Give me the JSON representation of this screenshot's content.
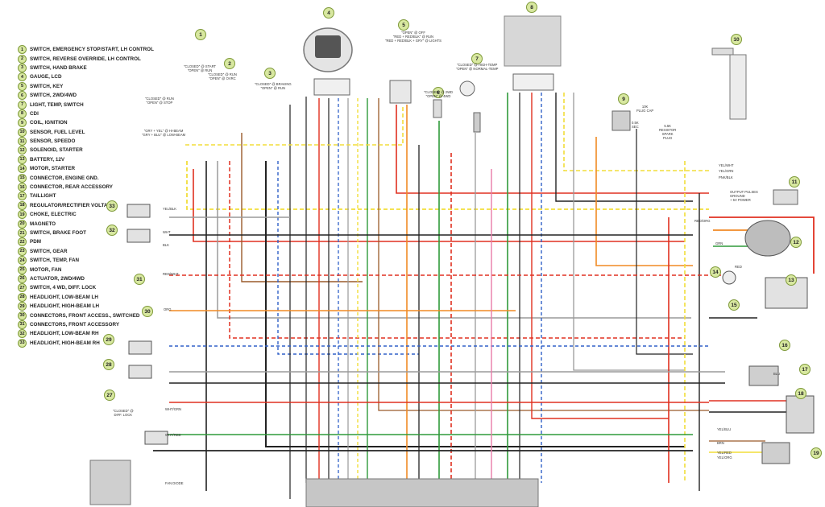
{
  "legend": [
    {
      "num": "1",
      "label": "SWITCH, EMERGENCY STOP/START, LH CONTROL"
    },
    {
      "num": "2",
      "label": "SWITCH, REVERSE OVERRIDE, LH CONTROL"
    },
    {
      "num": "3",
      "label": "SWITCH, HAND BRAKE"
    },
    {
      "num": "4",
      "label": "GAUGE, LCD"
    },
    {
      "num": "5",
      "label": "SWITCH, KEY"
    },
    {
      "num": "6",
      "label": "SWITCH, 2WD/4WD"
    },
    {
      "num": "7",
      "label": "LIGHT, TEMP, SWITCH"
    },
    {
      "num": "8",
      "label": "CDI"
    },
    {
      "num": "9",
      "label": "COIL, IGNITION"
    },
    {
      "num": "10",
      "label": "SENSOR, FUEL LEVEL"
    },
    {
      "num": "11",
      "label": "SENSOR, SPEEDO"
    },
    {
      "num": "12",
      "label": "SOLENOID, STARTER"
    },
    {
      "num": "13",
      "label": "BATTERY, 12V"
    },
    {
      "num": "14",
      "label": "MOTOR, STARTER"
    },
    {
      "num": "15",
      "label": "CONNECTOR, ENGINE GND."
    },
    {
      "num": "16",
      "label": "CONNECTOR, REAR ACCESSORY"
    },
    {
      "num": "17",
      "label": "TAILLIGHT"
    },
    {
      "num": "18",
      "label": "REGULATOR/RECTIFIER VOLTAGE"
    },
    {
      "num": "19",
      "label": "CHOKE, ELECTRIC"
    },
    {
      "num": "20",
      "label": "MAGNETO"
    },
    {
      "num": "21",
      "label": "SWITCH, BRAKE FOOT"
    },
    {
      "num": "22",
      "label": "PDM"
    },
    {
      "num": "23",
      "label": "SWITCH, GEAR"
    },
    {
      "num": "24",
      "label": "SWITCH, TEMP, FAN"
    },
    {
      "num": "25",
      "label": "MOTOR, FAN"
    },
    {
      "num": "26",
      "label": "ACTUATOR, 2WD/4WD"
    },
    {
      "num": "27",
      "label": "SWITCH, 4 WD, DIFF. LOCK"
    },
    {
      "num": "28",
      "label": "HEADLIGHT, LOW-BEAM LH"
    },
    {
      "num": "29",
      "label": "HEADLIGHT, HIGH-BEAM LH"
    },
    {
      "num": "30",
      "label": "CONNECTORS, FRONT ACCESS., SWITCHED"
    },
    {
      "num": "31",
      "label": "CONNECTORS, FRONT ACCESSORY"
    },
    {
      "num": "32",
      "label": "HEADLIGHT, LOW-BEAM RH"
    },
    {
      "num": "33",
      "label": "HEADLIGHT, HIGH-BEAM RH"
    }
  ],
  "notes": {
    "n1": "\"CLOSED\" @ START\n\"OPEN\" @ RUN",
    "n1b": "\"CLOSED\" @ RUN\n\"OPEN\" @ STOP",
    "n1c": "\"GRY + YEL\" @ HI-BEAM\n\"GRY + BLU\" @ LOW-BEAM",
    "n2": "\"CLOSED\" @ RUN\n\"OPEN\" @ OVRC",
    "n3": "\"CLOSED\" @ BRAKING\n\"OPEN\" @ RUN",
    "n5": "\"OPEN\" @ OFF\n\"RED + RED/BLK\" @ RUN\n\"RED + RED/BLK + GRY\" @ LIGHTS",
    "n6": "\"CLOSED\" @ 2WD\n\"OPEN\" @ 4WD",
    "n7": "\"CLOSED\" @ HIGH-TEMP\n\"OPEN\" @ NORMAL-TEMP",
    "n27": "\"CLOSED\" @\nDIFF. LOCK",
    "n11": "OUTPUT PULSES\nGROUND\n+ 5V POWER",
    "n9": "10K\nPLUG CAP",
    "n9b": "5.5K\nRESISTOR\nSPARK\nPLUG",
    "n9c": "0.5K\nSEC",
    "fan_diode": "FAN DIODE"
  },
  "wire_labels": {
    "yel_blk": "YEL/BLK",
    "wht": "WHT",
    "blk": "BLK",
    "red_wht": "RED/WHT",
    "org": "ORG",
    "red_org": "RED/ORG",
    "red": "RED",
    "grn": "GRN",
    "wht_grn": "WHT/GRN",
    "wht_red": "WHT/RED",
    "yel_grn": "YEL/GRN",
    "pnk_blk": "PNK/BLK",
    "brn": "BRN",
    "yel_red": "YEL/RED",
    "yel_org": "YEL/ORG",
    "yel_blu": "YEL/BLU",
    "yel_wht": "YEL/WHT",
    "blu": "BLU"
  },
  "colors": {
    "black": "#222222",
    "red": "#e03020",
    "orange": "#f08a24",
    "yellow": "#f2de3a",
    "green": "#2f9a3a",
    "blue": "#3060c8",
    "gray": "#9a9a9a",
    "brown": "#9a5a2a",
    "pink": "#e87aa8",
    "white": "#d0d0d0",
    "callout": "#d8e8a0"
  }
}
